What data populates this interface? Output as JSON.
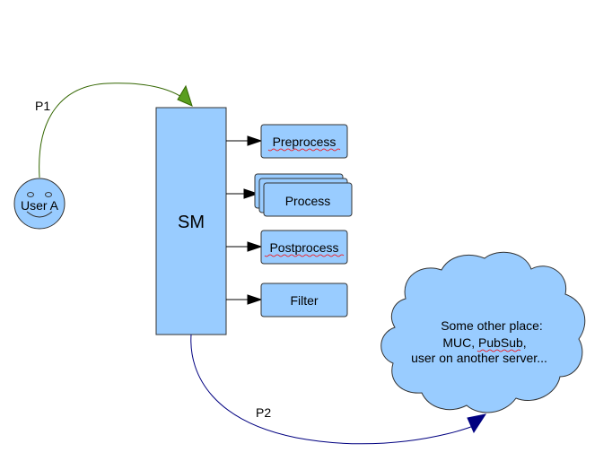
{
  "diagram": {
    "paths": {
      "p1_label": "P1",
      "p2_label": "P2"
    },
    "user": {
      "label": "User A"
    },
    "session_manager": {
      "label": "SM"
    },
    "stages": [
      {
        "label": "Preprocess"
      },
      {
        "label": "Process"
      },
      {
        "label": "Postprocess"
      },
      {
        "label": "Filter"
      }
    ],
    "destination": {
      "lines": [
        "Some other place:",
        "MUC, PubSub,",
        "user on another server..."
      ]
    },
    "colors": {
      "box_fill": "#99ccff",
      "p1_line": "#336600",
      "p1_arrow": "#5a9e1e",
      "p2_line": "#000080",
      "spellcheck": "#ff0000"
    }
  }
}
